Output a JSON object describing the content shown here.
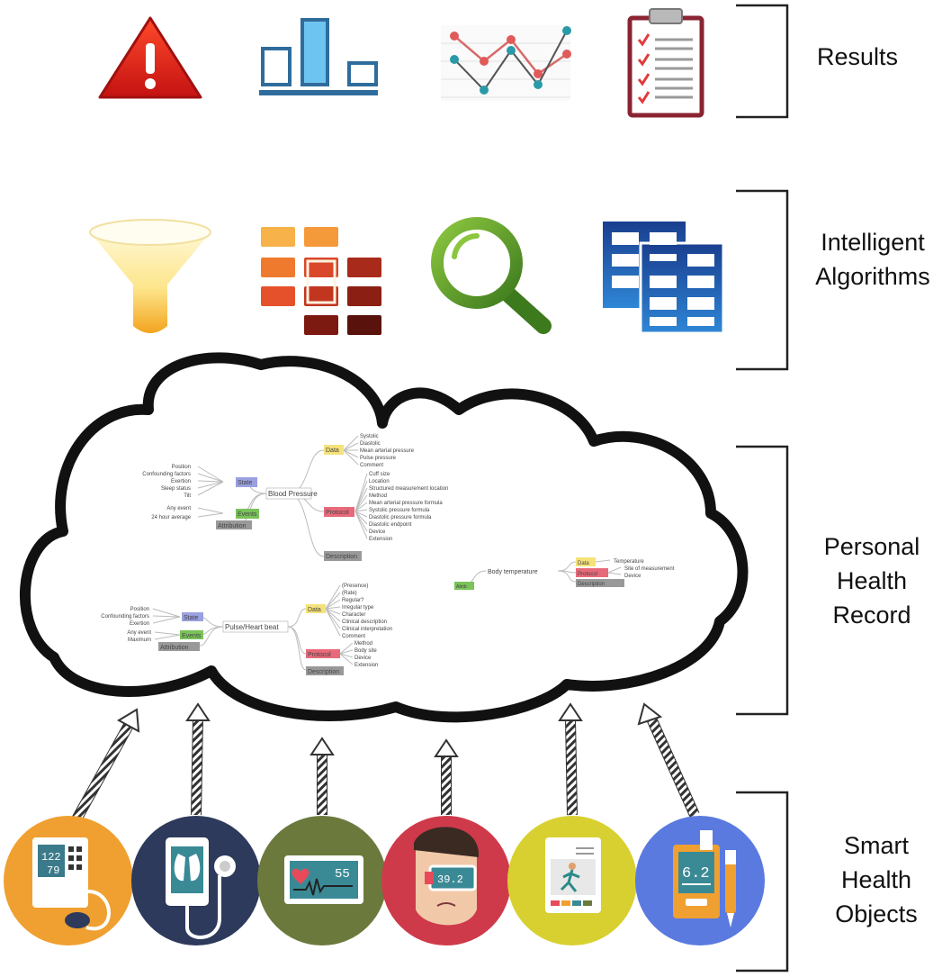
{
  "layers": {
    "results": {
      "label": "Results"
    },
    "algorithms": {
      "label_line1": "Intelligent",
      "label_line2": "Algorithms"
    },
    "phr": {
      "label_line1": "Personal",
      "label_line2": "Health",
      "label_line3": "Record"
    },
    "objects": {
      "label_line1": "Smart",
      "label_line2": "Health",
      "label_line3": "Objects"
    }
  },
  "result_icons": [
    "warning-icon",
    "bar-chart-icon",
    "line-chart-icon",
    "clipboard-checklist-icon"
  ],
  "algorithm_icons": [
    "funnel-icon",
    "heatmap-grid-icon",
    "magnifier-icon",
    "table-grid-icon"
  ],
  "mindmaps": {
    "blood_pressure": {
      "root": "Blood Pressure",
      "data_tag": "Data",
      "data_items": [
        "Systolic",
        "Diastolic",
        "Mean arterial pressure",
        "Pulse pressure",
        "Comment"
      ],
      "protocol_tag": "Protocol",
      "protocol_items": [
        "Cuff size",
        "Location",
        "Structured measurement location",
        "Method",
        "Mean arterial pressure formula",
        "Systolic pressure formula",
        "Diastolic pressure formula",
        "Diastolic endpoint",
        "Device",
        "Extension"
      ],
      "description_tag": "Description",
      "state_tag": "State",
      "state_items": [
        "Position",
        "Confounding factors",
        "Exertion",
        "Sleep status",
        "Tilt"
      ],
      "events_tag": "Events",
      "events_items": [
        "Any event",
        "24 hour average"
      ],
      "attribution_tag": "Attribution"
    },
    "body_temperature": {
      "root": "Body temperature",
      "data_tag": "Data",
      "data_items": [
        "Temperature"
      ],
      "protocol_tag": "Protocol",
      "protocol_items": [
        "Site of measurement",
        "Device"
      ],
      "description_tag": "Description",
      "left_tag": "Attrib"
    },
    "pulse": {
      "root": "Pulse/Heart beat",
      "data_tag": "Data",
      "data_items": [
        "(Presence)",
        "(Rate)",
        "Regular?",
        "Irregular type",
        "Character",
        "Clinical description",
        "Clinical interpretation",
        "Comment"
      ],
      "protocol_tag": "Protocol",
      "protocol_items": [
        "Method",
        "Body site",
        "Device",
        "Extension"
      ],
      "description_tag": "Description",
      "state_tag": "State",
      "state_items": [
        "Position",
        "Confounding factors",
        "Exertion"
      ],
      "events_tag": "Events",
      "events_items": [
        "Any event",
        "Maximum"
      ],
      "attribution_tag": "Attribution"
    }
  },
  "devices": {
    "blood_pressure_monitor": {
      "color": "#f0a030",
      "sys": "122",
      "dia": "79",
      "icon": "blood-pressure-monitor-icon"
    },
    "lung_phone": {
      "color": "#2e3a5c",
      "icon": "lung-stethoscope-phone-icon"
    },
    "heart_monitor": {
      "color": "#6b7a3c",
      "reading": "55",
      "icon": "heart-rate-monitor-icon"
    },
    "thermometer": {
      "color": "#cf3a4a",
      "reading": "39.2",
      "icon": "forehead-thermometer-icon"
    },
    "fitness_tablet": {
      "color": "#d8d030",
      "icon": "fitness-tablet-icon"
    },
    "glucose_meter": {
      "color": "#5a7ae0",
      "reading": "6.2",
      "icon": "glucose-meter-icon"
    }
  }
}
